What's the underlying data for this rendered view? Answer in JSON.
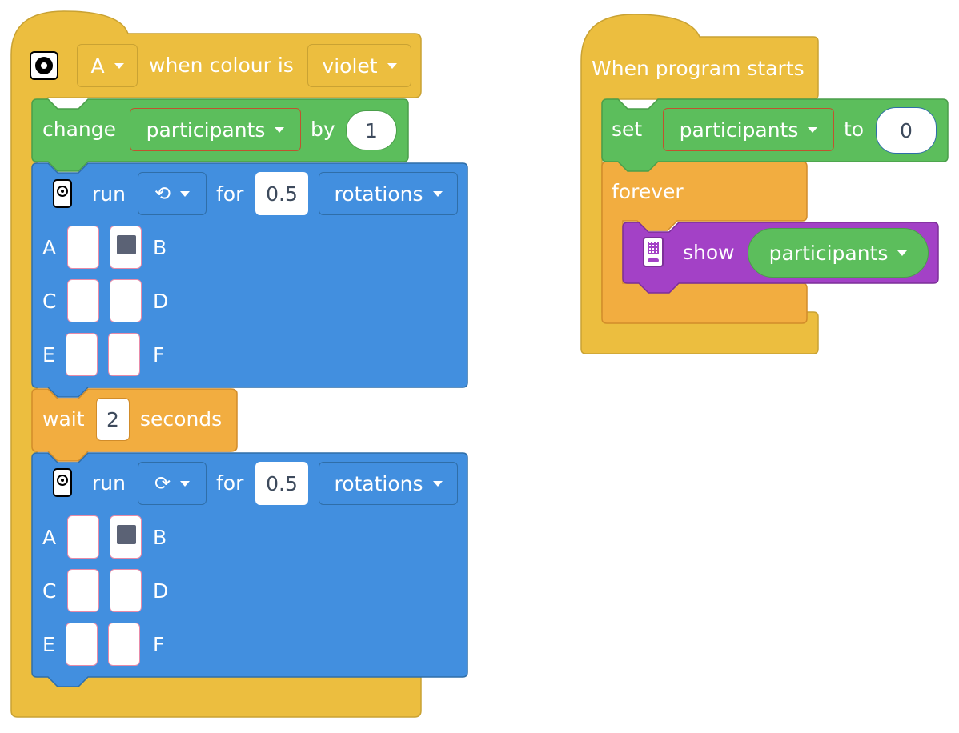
{
  "colors": {
    "event": "#ecbe3f",
    "variables": "#5cbe5c",
    "motor": "#428fdf",
    "control": "#f2ad40",
    "display": "#a341c6"
  },
  "stack1": {
    "hat": {
      "icon": "colour-sensor-icon",
      "port": "A",
      "text": "when colour is",
      "colour": "violet"
    },
    "change": {
      "label": "change",
      "variable": "participants",
      "by_label": "by",
      "value": "1"
    },
    "run1": {
      "icon": "motor-icon",
      "run_label": "run",
      "direction_icon": "counterclockwise-icon",
      "for_label": "for",
      "amount": "0.5",
      "unit": "rotations",
      "ports": [
        {
          "left": "A",
          "right": "B",
          "left_selected": false,
          "right_selected": true
        },
        {
          "left": "C",
          "right": "D",
          "left_selected": false,
          "right_selected": false
        },
        {
          "left": "E",
          "right": "F",
          "left_selected": false,
          "right_selected": false
        }
      ]
    },
    "wait": {
      "label": "wait",
      "value": "2",
      "unit": "seconds"
    },
    "run2": {
      "icon": "motor-icon",
      "run_label": "run",
      "direction_icon": "clockwise-icon",
      "for_label": "for",
      "amount": "0.5",
      "unit": "rotations",
      "ports": [
        {
          "left": "A",
          "right": "B",
          "left_selected": false,
          "right_selected": true
        },
        {
          "left": "C",
          "right": "D",
          "left_selected": false,
          "right_selected": false
        },
        {
          "left": "E",
          "right": "F",
          "left_selected": false,
          "right_selected": false
        }
      ]
    }
  },
  "stack2": {
    "hat": {
      "text": "When program starts"
    },
    "set": {
      "label": "set",
      "variable": "participants",
      "to_label": "to",
      "value": "0"
    },
    "forever": {
      "label": "forever"
    },
    "show": {
      "icon": "display-icon",
      "label": "show",
      "variable": "participants"
    }
  }
}
